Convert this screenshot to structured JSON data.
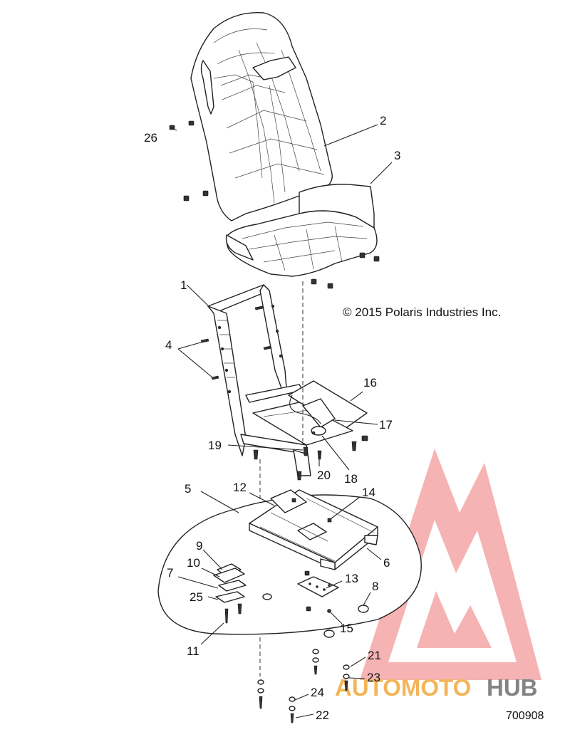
{
  "copyright": "© 2015 Polaris Industries Inc.",
  "document_number": "700908",
  "callouts": [
    {
      "id": "1",
      "label": "1"
    },
    {
      "id": "2",
      "label": "2"
    },
    {
      "id": "3",
      "label": "3"
    },
    {
      "id": "4",
      "label": "4"
    },
    {
      "id": "5",
      "label": "5"
    },
    {
      "id": "6",
      "label": "6"
    },
    {
      "id": "7",
      "label": "7"
    },
    {
      "id": "8",
      "label": "8"
    },
    {
      "id": "9",
      "label": "9"
    },
    {
      "id": "10",
      "label": "10"
    },
    {
      "id": "11",
      "label": "11"
    },
    {
      "id": "12",
      "label": "12"
    },
    {
      "id": "13",
      "label": "13"
    },
    {
      "id": "14",
      "label": "14"
    },
    {
      "id": "15",
      "label": "15"
    },
    {
      "id": "16",
      "label": "16"
    },
    {
      "id": "17",
      "label": "17"
    },
    {
      "id": "18",
      "label": "18"
    },
    {
      "id": "19",
      "label": "19"
    },
    {
      "id": "20",
      "label": "20"
    },
    {
      "id": "21",
      "label": "21"
    },
    {
      "id": "22",
      "label": "22"
    },
    {
      "id": "23",
      "label": "23"
    },
    {
      "id": "24",
      "label": "24"
    },
    {
      "id": "25",
      "label": "25"
    },
    {
      "id": "26",
      "label": "26"
    }
  ],
  "watermark": {
    "part1": "AUTOMOTO",
    "part2": "HUB",
    "colors": {
      "triangle": "#f08a8a",
      "accent": "#f2a93b",
      "gray": "#6f6f6f"
    }
  }
}
